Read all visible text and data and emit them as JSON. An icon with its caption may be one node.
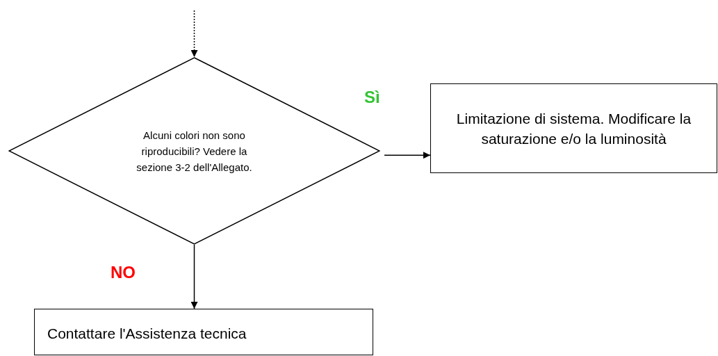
{
  "diagram": {
    "nodes": [
      {
        "text": [
          "Alcuni colori non sono riproducibili? Vedere la sezione 3-2 dell'Allegato."
        ]
      },
      {
        "text": [
          "Limitazione di sistema. Modificare la saturazione e/o la luminosità"
        ]
      },
      {
        "text": [
          "Contattare l'Assistenza tecnica"
        ]
      }
    ],
    "edges": [
      {
        "from": null,
        "to": 0,
        "arrow": "to",
        "style": "dashed"
      },
      {
        "from": 0,
        "to": 1,
        "arrow": "to",
        "label": "Sì"
      },
      {
        "from": 0,
        "to": 2,
        "arrow": "to",
        "label": "NO"
      }
    ]
  }
}
